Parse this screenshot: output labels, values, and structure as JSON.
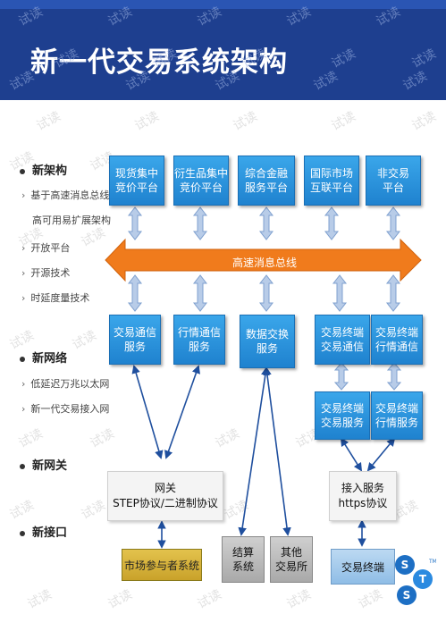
{
  "title": "新一代交易系统架构",
  "watermark": "试读",
  "sections": {
    "arch": {
      "title": "新架构",
      "items": [
        "基于高速消息总线的",
        "高可用易扩展架构",
        "开放平台",
        "开源技术",
        "时延度量技术"
      ]
    },
    "net": {
      "title": "新网络",
      "items": [
        "低延迟万兆以太网",
        "新一代交易接入网"
      ]
    },
    "gateway": {
      "title": "新网关"
    },
    "iface": {
      "title": "新接口"
    }
  },
  "top_boxes": [
    {
      "line1": "现货集中",
      "line2": "竞价平台"
    },
    {
      "line1": "衍生品集中",
      "line2": "竞价平台"
    },
    {
      "line1": "综合金融",
      "line2": "服务平台"
    },
    {
      "line1": "国际市场",
      "line2": "互联平台"
    },
    {
      "line1": "非交易",
      "line2": "平台"
    }
  ],
  "bus_label": "高速消息总线",
  "mid_boxes": [
    {
      "line1": "交易通信",
      "line2": "服务"
    },
    {
      "line1": "行情通信",
      "line2": "服务"
    },
    {
      "line1": "数据交换",
      "line2": "服务"
    },
    {
      "line1": "交易终端",
      "line2": "交易通信"
    },
    {
      "line1": "交易终端",
      "line2": "行情通信"
    }
  ],
  "terminal_boxes": [
    {
      "line1": "交易终端",
      "line2": "交易服务"
    },
    {
      "line1": "交易终端",
      "line2": "行情服务"
    }
  ],
  "gateway_box": {
    "line1": "网关",
    "line2": "STEP协议/二进制协议"
  },
  "access_box": {
    "line1": "接入服务",
    "line2": "https协议"
  },
  "bottom": {
    "market": "市场参与者系统",
    "settle_line1": "结算",
    "settle_line2": "系统",
    "other_line1": "其他",
    "other_line2": "交易所",
    "terminal": "交易终端"
  },
  "logo": {
    "letters": [
      "S",
      "T",
      "S"
    ],
    "mark": "TM"
  },
  "colors": {
    "header": "#1e3f8f",
    "box": "#2b93dd",
    "bus": "#f07b1c",
    "arrow": "#b8cce8"
  }
}
